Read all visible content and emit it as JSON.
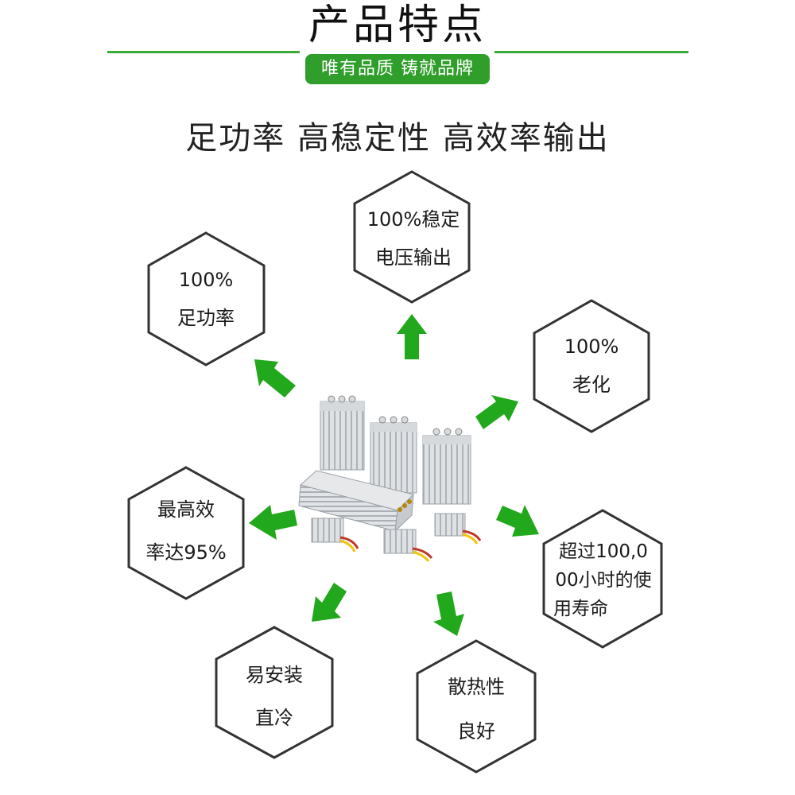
{
  "header": {
    "title": "产品特点",
    "badge": "唯有品质 铸就品牌",
    "subtitle": "足功率 高稳定性 高效率输出"
  },
  "features": [
    {
      "id": "rated-power",
      "lines": [
        "100%",
        "足功率"
      ]
    },
    {
      "id": "stable-voltage",
      "lines": [
        "100%稳定",
        "电压输出"
      ]
    },
    {
      "id": "aging-test",
      "lines": [
        "100%",
        "老化"
      ]
    },
    {
      "id": "efficiency",
      "lines": [
        "最高效",
        "率达95%"
      ]
    },
    {
      "id": "service-life",
      "lines": [
        "超过100,0",
        "00小时的使",
        "用寿命"
      ]
    },
    {
      "id": "easy-install",
      "lines": [
        "易安装",
        "直冷"
      ]
    },
    {
      "id": "heat-dissipation",
      "lines": [
        "散热性",
        "良好"
      ]
    }
  ],
  "colors": {
    "accent_green": "#3aaa35",
    "badge_green": "#2f9e2a",
    "arrow_green": "#22a81c",
    "hex_border": "#333333"
  }
}
